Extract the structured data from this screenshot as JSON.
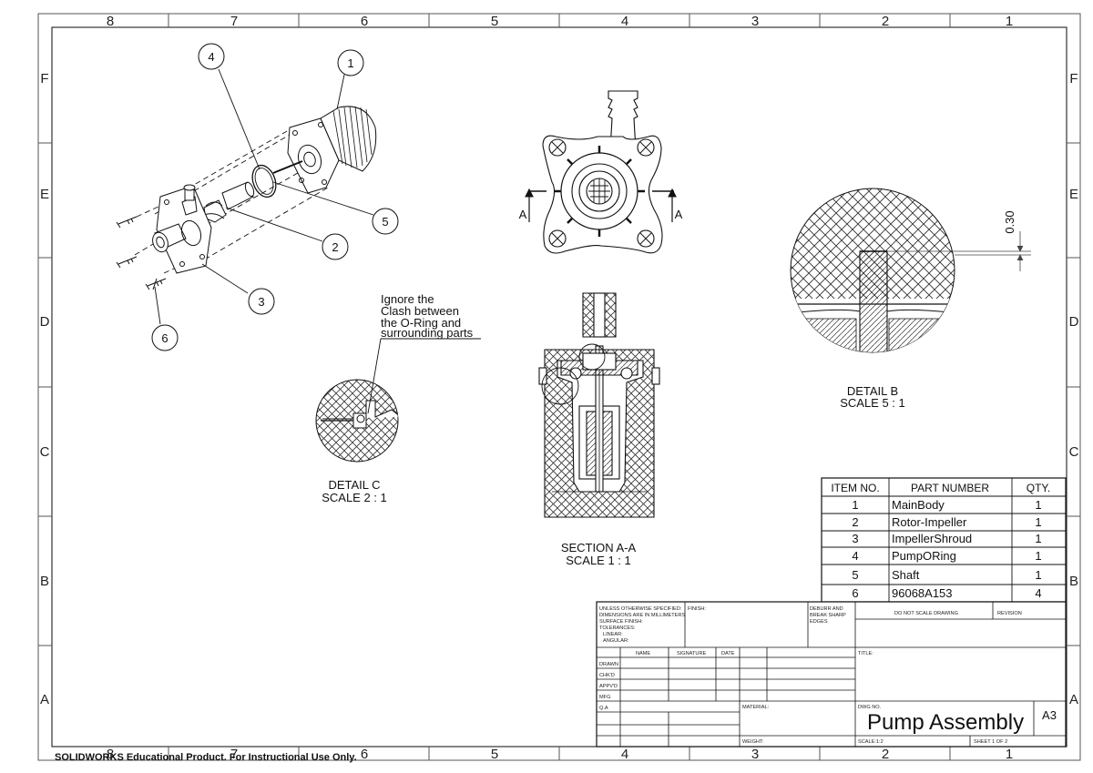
{
  "zones": {
    "columns": [
      "8",
      "7",
      "6",
      "5",
      "4",
      "3",
      "2",
      "1"
    ],
    "rows": [
      "F",
      "E",
      "D",
      "C",
      "B",
      "A"
    ]
  },
  "balloons": [
    "1",
    "2",
    "3",
    "4",
    "5",
    "6"
  ],
  "views": {
    "section_mark": "A",
    "section_label": "SECTION A-A",
    "section_scale": "SCALE 1 : 1",
    "detail_b_label": "DETAIL B",
    "detail_b_scale": "SCALE 5 : 1",
    "detail_c_label": "DETAIL C",
    "detail_c_scale": "SCALE 2 : 1",
    "dimension": "0.30"
  },
  "note": {
    "lines": [
      "Ignore the",
      "Clash between",
      "the O-Ring and",
      "surrounding parts"
    ]
  },
  "bom": {
    "headers": [
      "ITEM NO.",
      "PART NUMBER",
      "QTY."
    ],
    "rows": [
      {
        "item": "1",
        "part": "MainBody",
        "qty": "1"
      },
      {
        "item": "2",
        "part": "Rotor-Impeller",
        "qty": "1"
      },
      {
        "item": "3",
        "part": "ImpellerShroud",
        "qty": "1"
      },
      {
        "item": "4",
        "part": "PumpORing",
        "qty": "1"
      },
      {
        "item": "5",
        "part": "Shaft",
        "qty": "1"
      },
      {
        "item": "6",
        "part": "96068A153",
        "qty": "4"
      }
    ]
  },
  "title_block": {
    "spec_lines": [
      "UNLESS OTHERWISE SPECIFIED:",
      "DIMENSIONS ARE IN MILLIMETERS",
      "SURFACE FINISH:",
      "TOLERANCES:",
      "LINEAR:",
      "ANGULAR:"
    ],
    "finish": "FINISH:",
    "deburr_lines": [
      "DEBURR AND",
      "BREAK SHARP",
      "EDGES"
    ],
    "do_not_scale": "DO NOT SCALE DRAWING",
    "revision": "REVISION",
    "col_name": "NAME",
    "col_signature": "SIGNATURE",
    "col_date": "DATE",
    "row_labels": [
      "DRAWN",
      "CHK'D",
      "APPV'D",
      "MFG",
      "Q.A"
    ],
    "title_label": "TITLE:",
    "material": "MATERIAL:",
    "weight": "WEIGHT:",
    "dwg_no": "DWG NO.",
    "drawing_title": "Pump Assembly",
    "size": "A3",
    "scale": "SCALE:1:2",
    "sheet": "SHEET 1 OF 2"
  },
  "watermark": "SOLIDWORKS Educational Product. For Instructional Use Only."
}
